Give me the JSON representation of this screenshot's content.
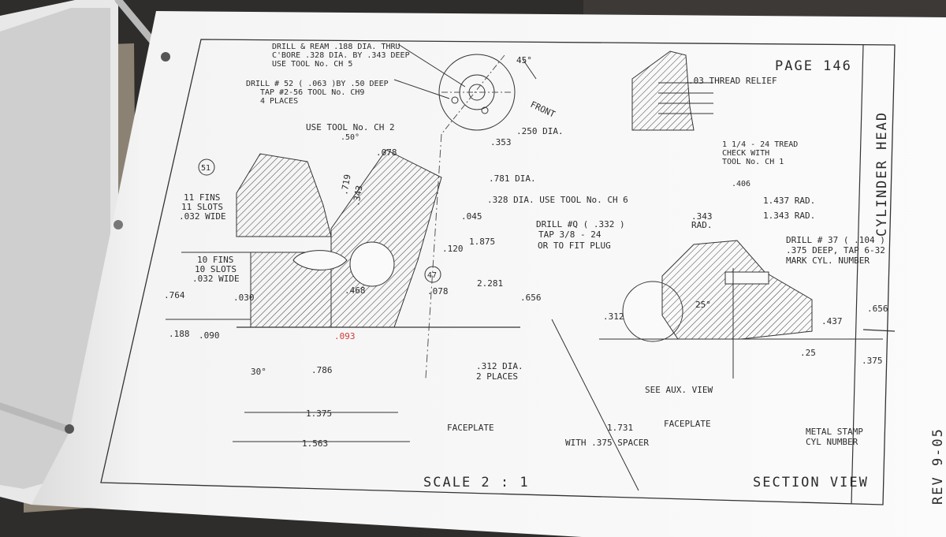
{
  "drawing": {
    "page": "PAGE 146",
    "title": "CYLINDER HEAD",
    "rev": "REV 9-05",
    "scale": "SCALE 2 : 1",
    "section_view": "SECTION VIEW",
    "notes": {
      "drill_ream_1": "DRILL & REAM .188 DIA. THRU",
      "drill_ream_2": "C'BORE .328 DIA. BY .343 DEEP",
      "drill_ream_3": "USE TOOL No. CH 5",
      "drill52_1": "DRILL # 52 ( .063 )BY .50 DEEP",
      "drill52_2": "TAP #2-56 TOOL No. CH9",
      "drill52_3": "4 PLACES",
      "use_tool_ch2": "USE TOOL No. CH 2",
      "fins11_1": "11 FINS",
      "fins11_2": "11 SLOTS",
      "fins11_3": ".032 WIDE",
      "fins10_1": "10 FINS",
      "fins10_2": "10 SLOTS",
      "fins10_3": ".032 WIDE",
      "thread_relief": ".03 THREAD RELIEF",
      "tread_1": "1 1/4 - 24 TREAD",
      "tread_2": "CHECK WITH",
      "tread_3": "TOOL No. CH 1",
      "dia781": ".781 DIA.",
      "dia328": ".328 DIA. USE TOOL No. CH 6",
      "drillq_1": "DRILL #Q ( .332 )",
      "drillq_2": "TAP 3/8 - 24",
      "drillq_3": "OR TO FIT PLUG",
      "drill37_1": "DRILL # 37 ( .104 )",
      "drill37_2": ".375 DEEP, TAP 6-32",
      "drill37_3": "MARK CYL. NUMBER",
      "dia312_1": ".312 DIA.",
      "dia312_2": "2 PLACES",
      "faceplate_left": "FACEPLATE",
      "faceplate_right": "FACEPLATE",
      "see_aux": "SEE AUX. VIEW",
      "spacer_1": "1.731",
      "spacer_2": "WITH .375 SPACER",
      "stamp_1": "METAL STAMP",
      "stamp_2": "CYL NUMBER",
      "front": "FRONT",
      "dia250": ".250 DIA.",
      "rad1437": "1.437 RAD.",
      "rad1343": "1.343 RAD.",
      "rad343": ".343",
      "rad343b": "RAD."
    },
    "balloons": [
      "51",
      "47"
    ],
    "dims": {
      "a45": "45°",
      "d353": ".353",
      "a50": ".50°",
      "d078a": ".078",
      "d719": ".719",
      "d343": ".343",
      "d045": ".045",
      "d1875": "1.875",
      "d120": ".120",
      "d2281": "2.281",
      "d656a": ".656",
      "d468": ".468",
      "d078b": ".078",
      "d764": ".764",
      "d030": ".030",
      "d188": ".188",
      "d090": ".090",
      "a30": "30°",
      "d786": ".786",
      "d1375": "1.375",
      "d1563": "1.563",
      "d406": ".406",
      "d312": ".312",
      "a25": "25°",
      "d437": ".437",
      "d656b": ".656",
      "d25": ".25",
      "d375": ".375"
    },
    "handwritten": ".093"
  }
}
